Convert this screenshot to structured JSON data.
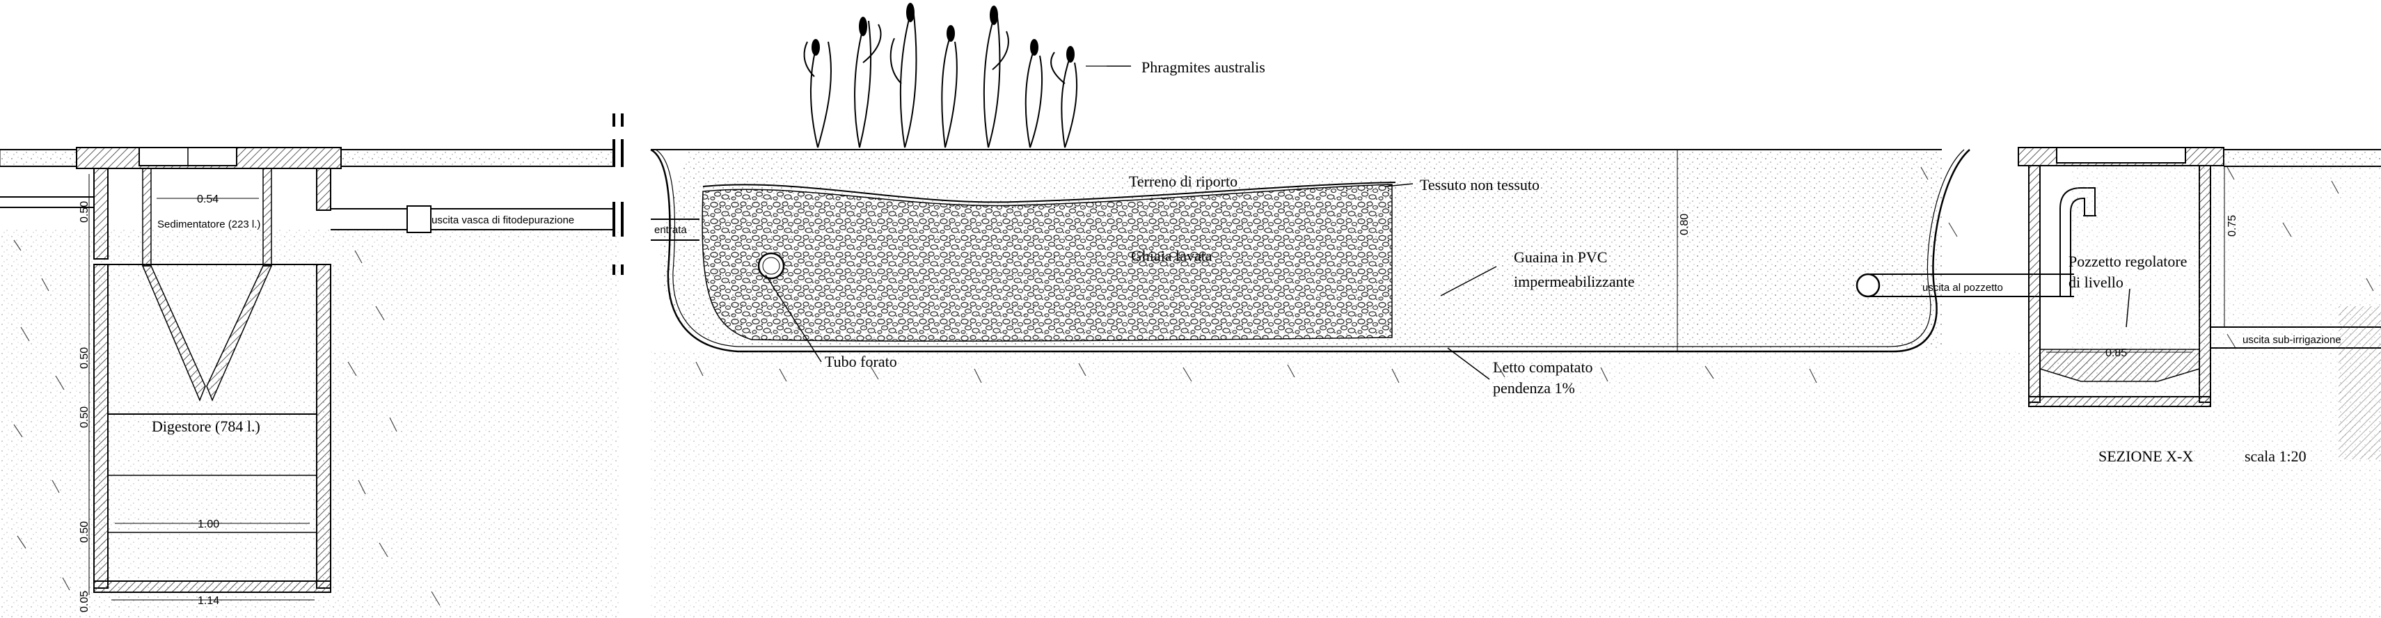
{
  "labels": {
    "phragmites": "Phragmites australis",
    "terreno": "Terreno di riporto",
    "tessuto": "Tessuto non tessuto",
    "ghiaia": "Ghiaia lavata",
    "guaina_1": "Guaina in PVC",
    "guaina_2": "impermeabilizzante",
    "tubo": "Tubo forato",
    "letto_1": "Letto compatato",
    "letto_2": "pendenza 1%",
    "pozzetto_1": "Pozzetto regolatore",
    "pozzetto_2": "di livello",
    "sedimentatore": "Sedimentatore (223 l.)",
    "digestore": "Digestore (784 l.)",
    "uscita_vasca": "uscita vasca di fitodepurazione",
    "entrata": "entrata",
    "uscita_pozzetto": "uscita al pozzetto",
    "uscita_sub": "uscita sub-irrigazione"
  },
  "dimensions": {
    "d054": "0.54",
    "d100": "1.00",
    "d114": "1.14",
    "v050a": "0.50",
    "v050b": "0.50",
    "v050c": "0.50",
    "v050d": "0.50",
    "v005": "0.05",
    "v080": "0.80",
    "d085": "0.85",
    "v075": "0.75"
  },
  "title": {
    "section": "SEZIONE X-X",
    "scale": "scala 1:20"
  },
  "colors": {
    "ink": "#000000",
    "hatch": "#555555",
    "stipple": "#777777"
  }
}
